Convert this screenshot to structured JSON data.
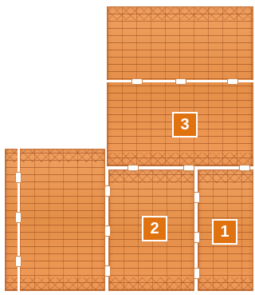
{
  "panels": [
    {
      "label": "1"
    },
    {
      "label": "2"
    },
    {
      "label": "3"
    }
  ],
  "colors": {
    "panel": "#e8934a",
    "badge": "#e07210",
    "badge_text": "#ffffff",
    "background": "#ffffff"
  }
}
